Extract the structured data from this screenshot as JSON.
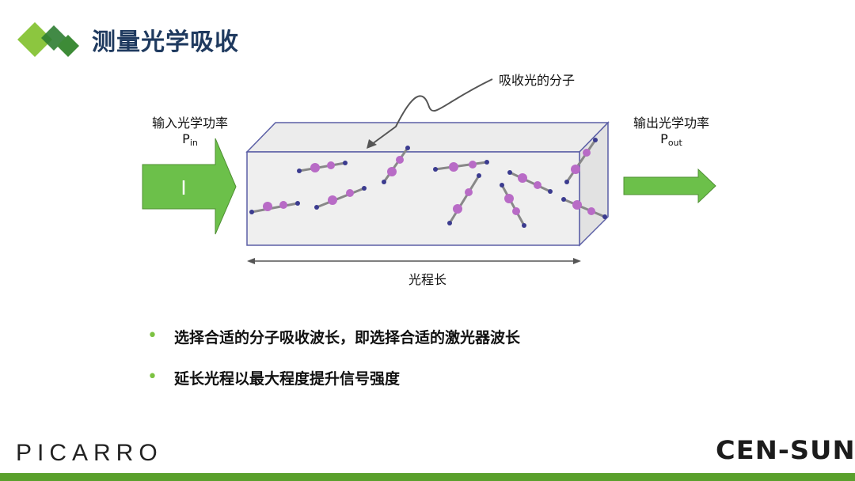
{
  "header": {
    "title": "测量光学吸收",
    "logo_icon": "green-diamond-logo-icon",
    "accent_color": "#3d8b37"
  },
  "diagram": {
    "molecule_callout": "吸收光的分子",
    "input_label": "输入光学功率",
    "input_symbol": "P",
    "input_subscript": "in",
    "input_arrow_mark": "I",
    "output_label": "输出光学功率",
    "output_symbol": "P",
    "output_subscript": "out",
    "path_length_label": "光程长",
    "arrow_color": "#6cc04a",
    "molecule_color": "#b86bc6"
  },
  "bullets": [
    "选择合适的分子吸收波长，即选择合适的激光器波长",
    "延长光程以最大程度提升信号强度"
  ],
  "footer": {
    "left_logo_text": "PICARRO",
    "right_logo_text": "CEN-SUN",
    "bar_color": "#5aa02c"
  }
}
